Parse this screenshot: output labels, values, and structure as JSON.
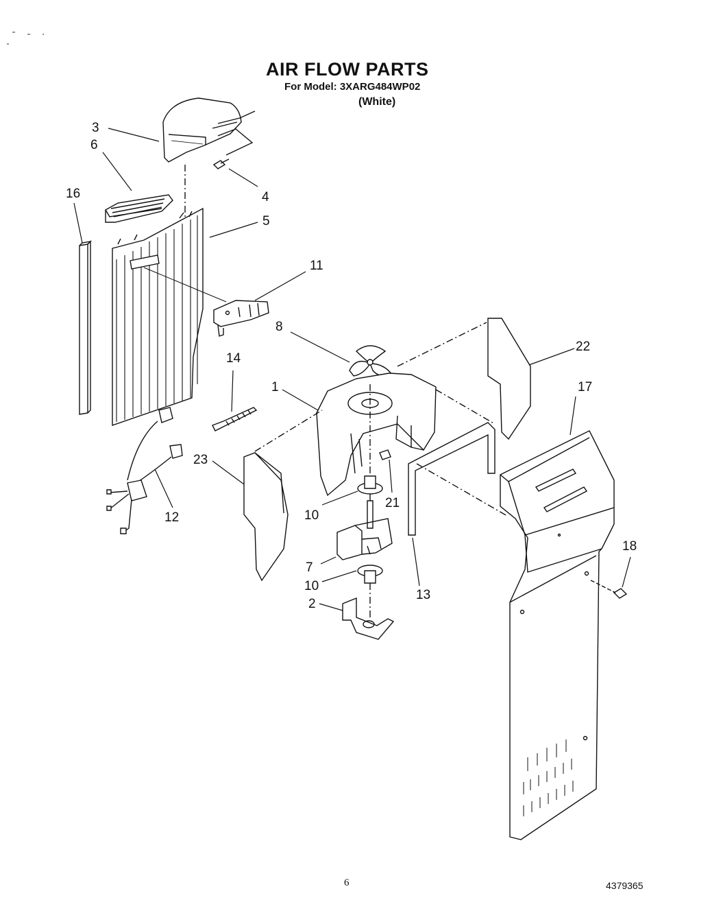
{
  "header": {
    "title": "AIR FLOW PARTS",
    "model_line": "For Model: 3XARG484WP02",
    "variant": "(White)"
  },
  "callouts": [
    "1",
    "2",
    "3",
    "4",
    "5",
    "6",
    "7",
    "8",
    "10",
    "10",
    "11",
    "12",
    "13",
    "14",
    "16",
    "17",
    "18",
    "21",
    "22",
    "23"
  ],
  "footer": {
    "page_number": "6",
    "document_number": "4379365"
  }
}
